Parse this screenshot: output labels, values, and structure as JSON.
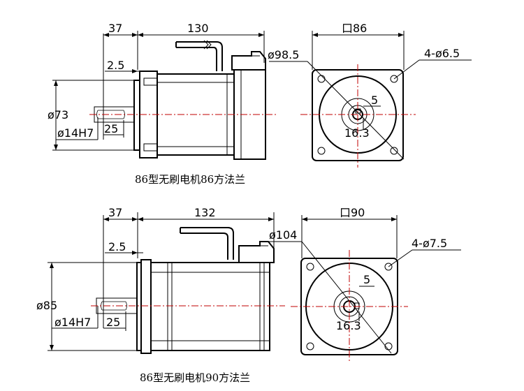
{
  "top": {
    "side_view": {
      "dim_shaft_length": "37",
      "dim_body_length": "130",
      "dim_step": "2.5",
      "dim_pilot_diameter": "ø73",
      "dim_shaft_diameter": "ø14H7",
      "dim_key_length": "25"
    },
    "front_view": {
      "dim_square": "口86",
      "dim_bolt_circle": "ø98.5",
      "dim_holes": "4-ø6.5",
      "dim_key_width": "5",
      "dim_key_height": "16.3"
    },
    "caption": "86型无刷电机86方法兰"
  },
  "bottom": {
    "side_view": {
      "dim_shaft_length": "37",
      "dim_body_length": "132",
      "dim_step": "2.5",
      "dim_pilot_diameter": "ø85",
      "dim_shaft_diameter": "ø14H7",
      "dim_key_length": "25"
    },
    "front_view": {
      "dim_square": "口90",
      "dim_bolt_circle": "ø104",
      "dim_holes": "4-ø7.5",
      "dim_key_width": "5",
      "dim_key_height": "16.3"
    },
    "caption": "86型无刷电机90方法兰"
  }
}
